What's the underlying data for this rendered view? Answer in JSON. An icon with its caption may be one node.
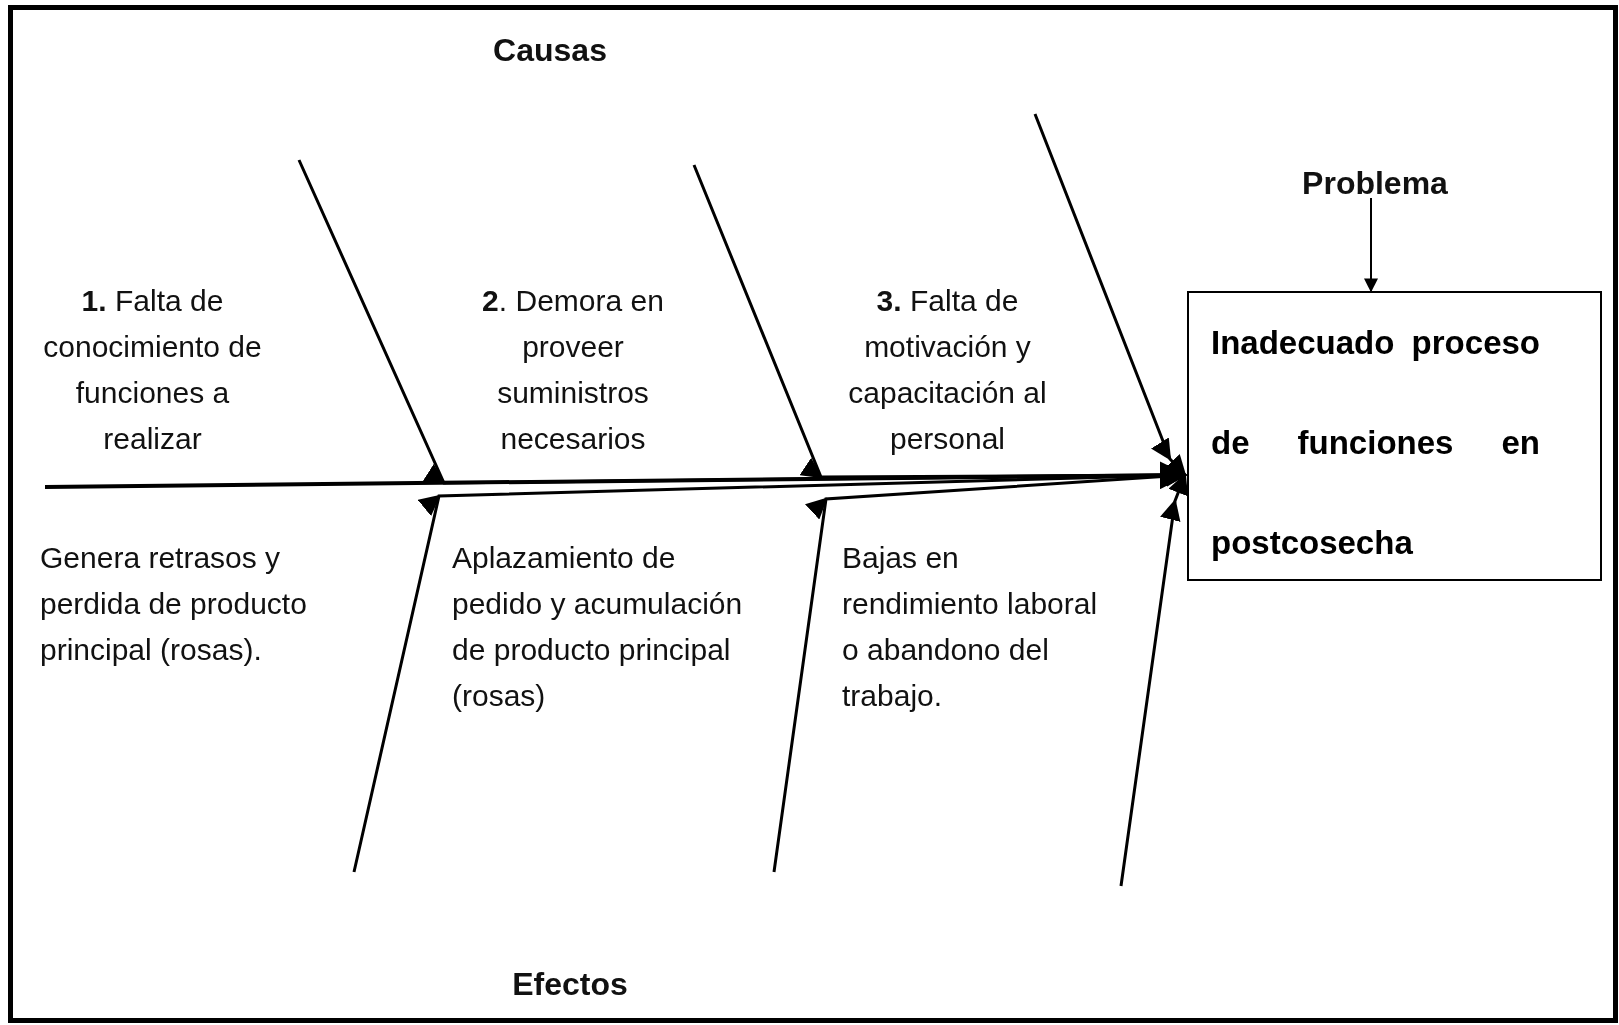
{
  "diagram": {
    "nodes": [
      {
        "text": [
          "**1.** Falta de conocimiento de funciones a realizar"
        ]
      },
      {
        "text": [
          "**2**. Demora en proveer suministros necesarios"
        ]
      },
      {
        "text": [
          "**3.** Falta de motivación y capacitación al personal"
        ]
      },
      {
        "text": [
          "Genera retrasos y perdida de producto principal (rosas)."
        ]
      },
      {
        "text": [
          "Aplazamiento de pedido y acumulación de producto principal (rosas)"
        ]
      },
      {
        "text": [
          "Bajas en rendimiento laboral o abandono del trabajo."
        ]
      },
      {
        "text": [
          "Inadecuado proceso de funciones en postcosecha"
        ]
      },
      {
        "text": [
          "Problema"
        ]
      }
    ],
    "edges": [
      {
        "from": null,
        "to": 6,
        "arrow": "to"
      },
      {
        "from": 7,
        "to": 6,
        "arrow": "to"
      },
      {
        "from": null,
        "to": 6,
        "arrow": "to"
      },
      {
        "from": null,
        "to": 6,
        "arrow": "to"
      },
      {
        "from": null,
        "to": 6,
        "arrow": "to"
      },
      {
        "from": null,
        "to": 6,
        "arrow": "to"
      },
      {
        "from": null,
        "to": 6,
        "arrow": "to"
      },
      {
        "from": null,
        "to": 6,
        "arrow": "to"
      }
    ],
    "labels": [
      "Causas",
      "Efectos"
    ]
  }
}
